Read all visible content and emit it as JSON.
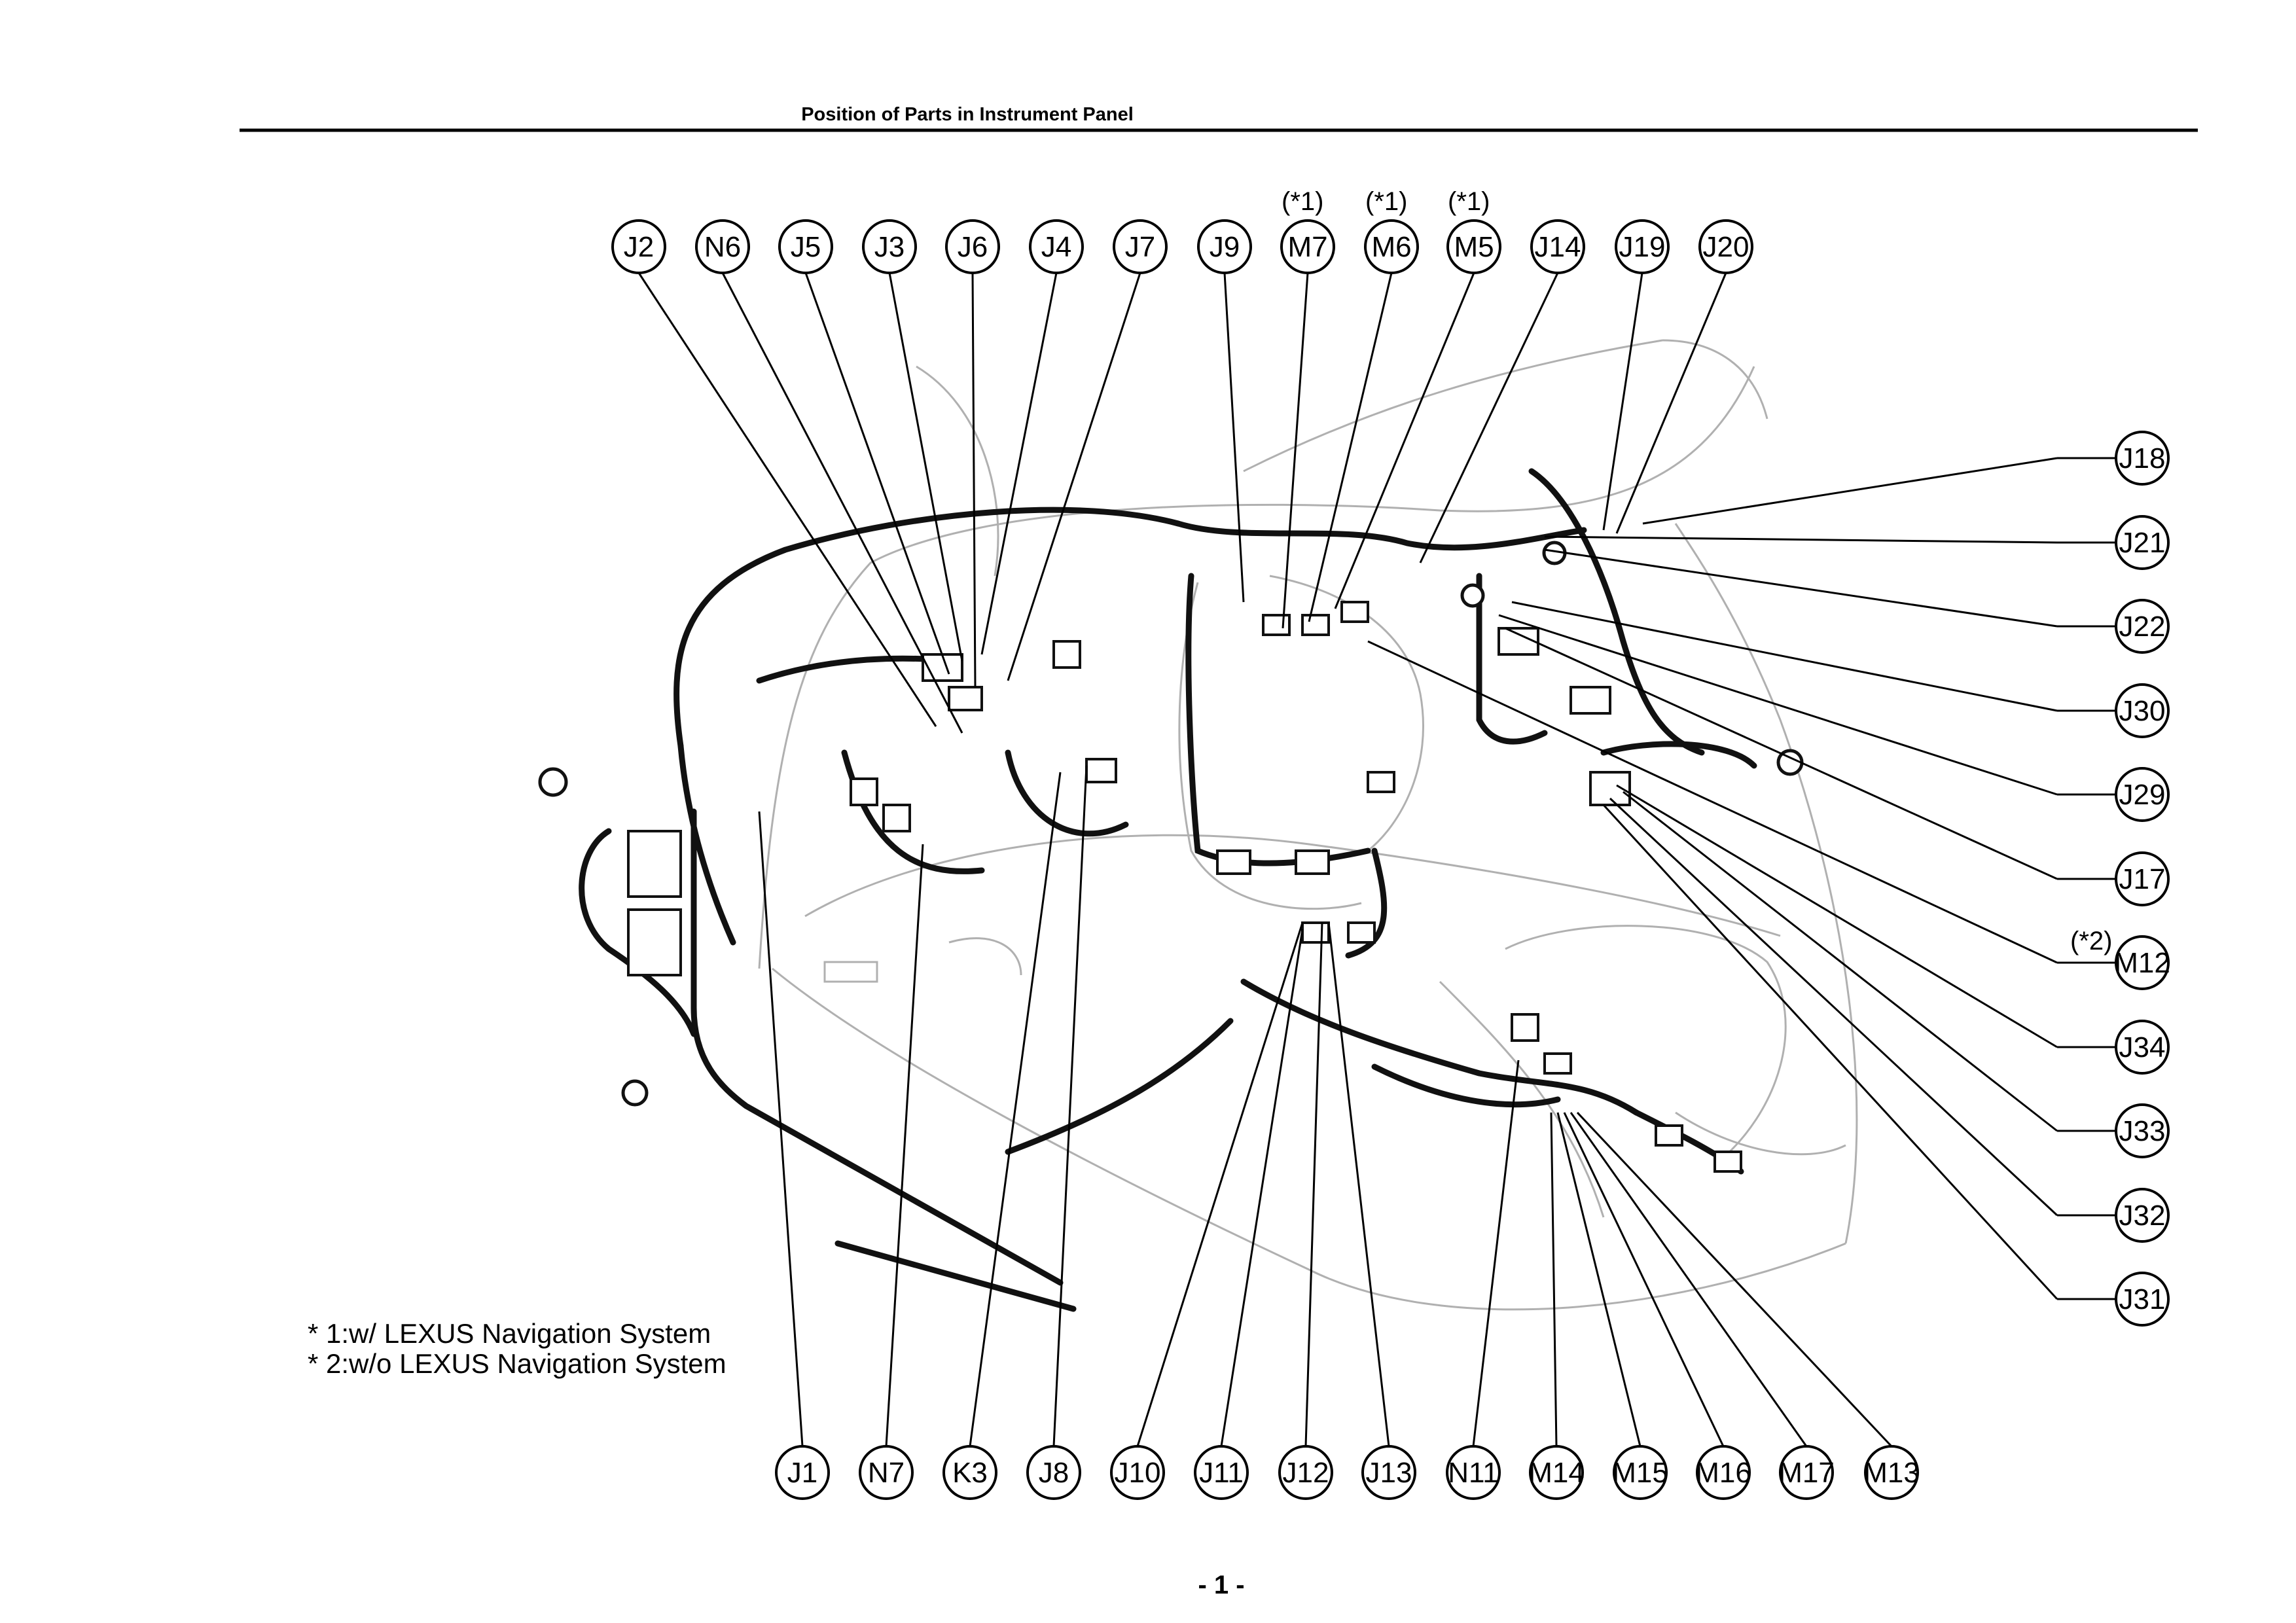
{
  "header": {
    "title": "Position of Parts in Instrument Panel"
  },
  "footnotes": [
    "* 1:w/ LEXUS Navigation System",
    "* 2:w/o LEXUS Navigation System"
  ],
  "page_number": "- 1 -",
  "callouts": {
    "top": [
      {
        "id": "J2",
        "label": "J2",
        "note": ""
      },
      {
        "id": "N6",
        "label": "N6",
        "note": ""
      },
      {
        "id": "J5",
        "label": "J5",
        "note": ""
      },
      {
        "id": "J3",
        "label": "J3",
        "note": ""
      },
      {
        "id": "J6",
        "label": "J6",
        "note": ""
      },
      {
        "id": "J4",
        "label": "J4",
        "note": ""
      },
      {
        "id": "J7",
        "label": "J7",
        "note": ""
      },
      {
        "id": "J9",
        "label": "J9",
        "note": ""
      },
      {
        "id": "M7",
        "label": "M7",
        "note": "(*1)"
      },
      {
        "id": "M6",
        "label": "M6",
        "note": "(*1)"
      },
      {
        "id": "M5",
        "label": "M5",
        "note": "(*1)"
      },
      {
        "id": "J14",
        "label": "J14",
        "note": ""
      },
      {
        "id": "J19",
        "label": "J19",
        "note": ""
      },
      {
        "id": "J20",
        "label": "J20",
        "note": ""
      }
    ],
    "right": [
      {
        "id": "J18",
        "label": "J18",
        "note": ""
      },
      {
        "id": "J21",
        "label": "J21",
        "note": ""
      },
      {
        "id": "J22",
        "label": "J22",
        "note": ""
      },
      {
        "id": "J30",
        "label": "J30",
        "note": ""
      },
      {
        "id": "J29",
        "label": "J29",
        "note": ""
      },
      {
        "id": "J17",
        "label": "J17",
        "note": ""
      },
      {
        "id": "M12",
        "label": "M12",
        "note": "(*2)"
      },
      {
        "id": "J34",
        "label": "J34",
        "note": ""
      },
      {
        "id": "J33",
        "label": "J33",
        "note": ""
      },
      {
        "id": "J32",
        "label": "J32",
        "note": ""
      },
      {
        "id": "J31",
        "label": "J31",
        "note": ""
      }
    ],
    "bottom": [
      {
        "id": "J1",
        "label": "J1",
        "note": ""
      },
      {
        "id": "N7",
        "label": "N7",
        "note": ""
      },
      {
        "id": "K3",
        "label": "K3",
        "note": ""
      },
      {
        "id": "J8",
        "label": "J8",
        "note": ""
      },
      {
        "id": "J10",
        "label": "J10",
        "note": ""
      },
      {
        "id": "J11",
        "label": "J11",
        "note": ""
      },
      {
        "id": "J12",
        "label": "J12",
        "note": ""
      },
      {
        "id": "J13",
        "label": "J13",
        "note": ""
      },
      {
        "id": "N11",
        "label": "N11",
        "note": ""
      },
      {
        "id": "M14",
        "label": "M14",
        "note": ""
      },
      {
        "id": "M15",
        "label": "M15",
        "note": ""
      },
      {
        "id": "M16",
        "label": "M16",
        "note": ""
      },
      {
        "id": "M17",
        "label": "M17",
        "note": ""
      },
      {
        "id": "M13",
        "label": "M13",
        "note": ""
      }
    ]
  }
}
